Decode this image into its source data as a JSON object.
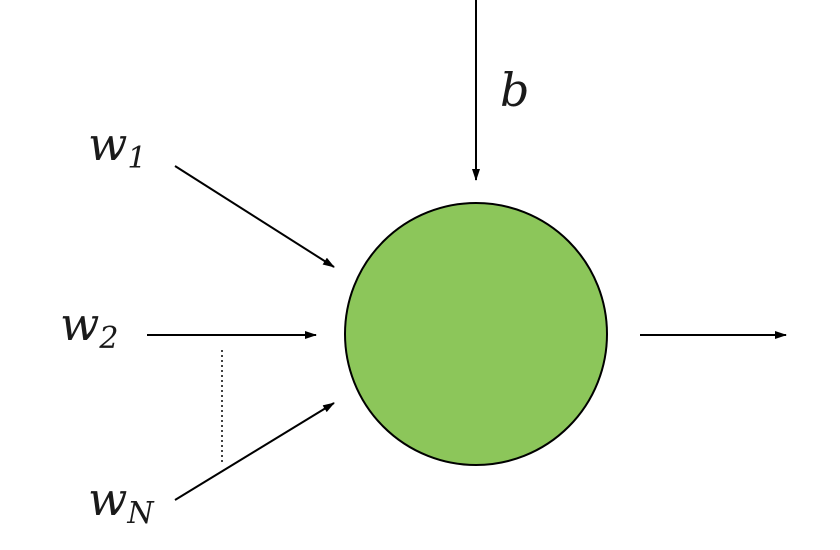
{
  "title": "Neuron diagram",
  "bias_label": "b",
  "inputs": [
    {
      "symbol": "w",
      "subscript": "1"
    },
    {
      "symbol": "w",
      "subscript": "2"
    },
    {
      "symbol": "w",
      "subscript": "N"
    }
  ],
  "colors": {
    "neuron_fill": "#8cc65a",
    "stroke": "#000000"
  }
}
